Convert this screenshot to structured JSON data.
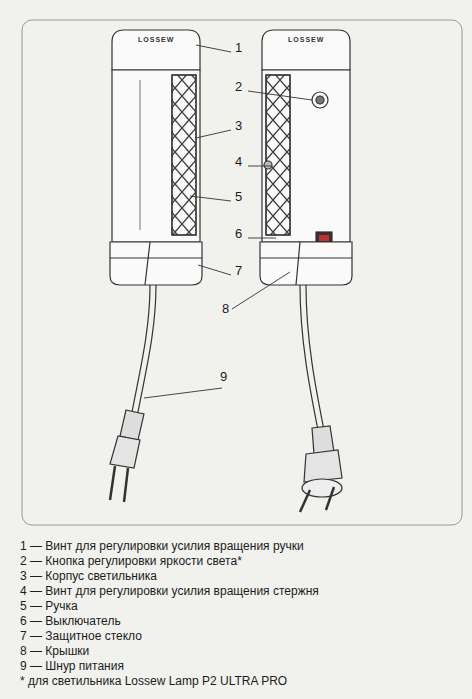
{
  "diagram": {
    "labels": [
      "LOSSEW",
      "LOSSEW",
      "1",
      "2",
      "3",
      "4",
      "5",
      "6",
      "7",
      "8",
      "9",
      "1 — Винт для регулировки усилия вращения ручки",
      "2 — Кнопка регулировки яркости света*",
      "3 — Корпус светильника",
      "4 — Винт для регулировки усилия вращения стержня",
      "5 — Ручка",
      "6 — Выключатель",
      "7 — Защитное стекло",
      "8 — Крышки",
      "9 — Шнур питания",
      "* для светильника Lossew Lamp P2 ULTRA PRO"
    ]
  }
}
